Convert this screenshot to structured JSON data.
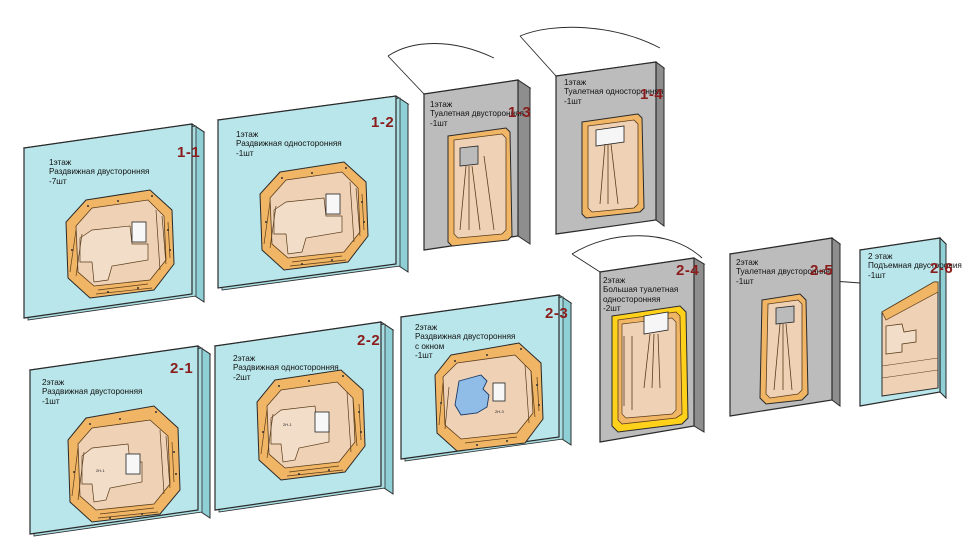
{
  "colors": {
    "teal_front": "#b9e6ea",
    "teal_side": "#8fcfd6",
    "gray_front": "#bcbcbc",
    "gray_side": "#8e8e8e",
    "wood": "#f0b565",
    "wood_dark": "#c98a3a",
    "tile": "#efd2b6",
    "line": "#2a2a2a",
    "tag_red": "#8a1c1c",
    "window": "#8fbde8",
    "gold": "#ffd11a"
  },
  "cards": [
    {
      "id": "1-1",
      "lines": [
        "1этаж",
        "Раздвижная двусторонняя",
        "-7шт"
      ]
    },
    {
      "id": "1-2",
      "lines": [
        "1этаж",
        "Раздвижная односторонняя",
        "-1шт"
      ]
    },
    {
      "id": "1-3",
      "lines": [
        "1этаж",
        "Туалетная двусторонняя",
        "-1шт"
      ]
    },
    {
      "id": "1-4",
      "lines": [
        "1этаж",
        "Туалетная односторонняя",
        "-1шт"
      ]
    },
    {
      "id": "2-1",
      "lines": [
        "2этаж",
        "Раздвижная двусторонняя",
        "-1шт"
      ]
    },
    {
      "id": "2-2",
      "lines": [
        "2этаж",
        "Раздвижная односторонняя",
        "-2шт"
      ]
    },
    {
      "id": "2-3",
      "lines": [
        "2этаж",
        "Раздвижная двусторонняя",
        "с окном",
        "-1шт"
      ]
    },
    {
      "id": "2-4",
      "lines": [
        "2этаж",
        "Большая туалетная",
        "односторонняя",
        "-2шт"
      ]
    },
    {
      "id": "2-5",
      "lines": [
        "2этаж",
        "Туалетная двусторонняя",
        "-1шт"
      ]
    },
    {
      "id": "2-6",
      "lines": [
        "2 этаж",
        "Подъемная двусторония",
        "-1шт"
      ]
    }
  ],
  "inner_labels": {
    "2-1": "2Н-1",
    "2-2": "2Н-1",
    "2-3": "2Н-3"
  }
}
